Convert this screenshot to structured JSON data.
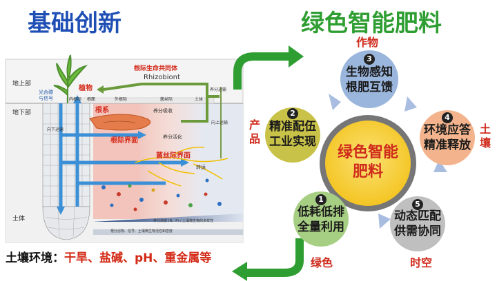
{
  "titles": {
    "left": "基础创新",
    "right": "绿色智能肥料"
  },
  "left_diagram": {
    "above_ground": "地上部",
    "below_ground": "地下部",
    "soil_body": "土体",
    "photosynthesis_signal": "光合碳\n与信号",
    "rhizosphere_life": "根际生命共同体",
    "rhizobiont": "Rhizobiont",
    "plant": "植物",
    "root_system": "根系",
    "root_interface": "根际界面",
    "hyphae_interface": "菌丝际界面",
    "column_headers": [
      "内根际",
      "根面",
      "外根际",
      "菌丝际",
      "土体"
    ],
    "nutrient_transport": "养分运输",
    "downward_transport": "向下运输",
    "upward_transport": "向上运输",
    "nutrient_uptake": "养分吸收",
    "nutrient_activation": "养分活化",
    "transform": "转运",
    "gradient_text": "养分浓度 (N、P) / 土壤微生物的多样性",
    "bottom_caption": "根分泌物、信号、土壤微生物活性和密度",
    "soil_env_prefix": "土壤环境：",
    "soil_env_items": "干旱、盐碱、pH、重金属等"
  },
  "cycle": {
    "center": [
      "绿色智能",
      "肥料"
    ],
    "nodes": [
      {
        "num": "3",
        "line1": "生物感知",
        "line2": "根肥互馈",
        "color": "#9bb6dd"
      },
      {
        "num": "4",
        "line1": "环境应答",
        "line2": "精准释放",
        "color": "#f3b48d"
      },
      {
        "num": "5",
        "line1": "动态匹配",
        "line2": "供需协同",
        "color": "#bfbfbf"
      },
      {
        "num": "1",
        "line1": "低耗低排",
        "line2": "全量利用",
        "color": "#a7cf84"
      },
      {
        "num": "2",
        "line1": "精准配伍",
        "line2": "工业实现",
        "color": "#c9c248"
      }
    ],
    "side_labels": {
      "top": "作物",
      "right": "土\n壤",
      "bottom_right": "时空",
      "bottom_left": "绿色",
      "left": "产\n品"
    },
    "colors": {
      "center_fill": "#f5cc2c",
      "center_ring": "#6e6e6e",
      "arrow": "#a9bde0",
      "big_arrow": "#2f9e32",
      "side_text": "#cf2b1c"
    }
  }
}
